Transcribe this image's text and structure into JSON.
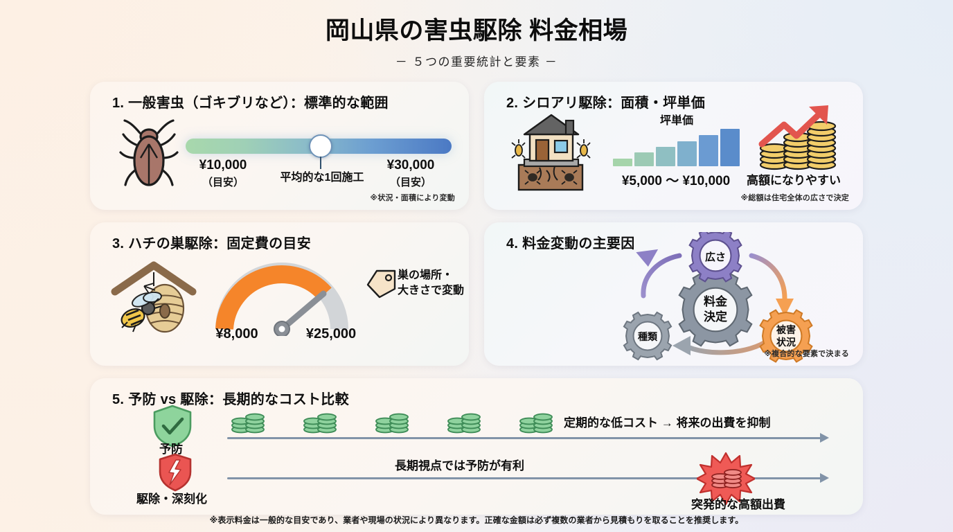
{
  "header": {
    "title": "岡山県の害虫駆除 料金相場",
    "subtitle": "－ ５つの重要統計と要素 －"
  },
  "cards": {
    "card1": {
      "title": "1. 一般害虫（ゴキブリなど）：標準的な範囲",
      "icon": "cockroach-icon",
      "low_price": "¥10,000",
      "low_sub": "（目安）",
      "high_price": "¥30,000",
      "high_sub": "（目安）",
      "mid_label": "平均的な1回施工",
      "note": "※状況・面積により変動",
      "slider_percent": 48,
      "gradient_from": "#a8d8ac",
      "gradient_to": "#4b79c4"
    },
    "card2": {
      "title": "2. シロアリ駆除：面積・坪単価",
      "icon": "termite-house-icon",
      "bar_label": "坪単価",
      "range": "¥5,000 〜 ¥10,000",
      "caption": "高額になりやすい",
      "note": "※総額は住宅全体の広さで決定",
      "bar_heights": [
        9,
        17,
        25,
        33,
        42,
        52
      ],
      "bar_colors": [
        "#a5d4aa",
        "#9ccab4",
        "#8fbfc2",
        "#7fb0cd",
        "#6b9bd2",
        "#5a8ccb"
      ]
    },
    "card3": {
      "title": "3. ハチの巣駆除：固定費の目安",
      "icon": "bee-hive-icon",
      "low_price": "¥8,000",
      "high_price": "¥25,000",
      "tag_line1": "巣の場所・",
      "tag_line2": "大きさで変動",
      "gauge_fill_percent": 72,
      "gauge_color": "#f5852a",
      "gauge_track_color": "#d2d5d8"
    },
    "card4": {
      "title": "4. 料金変動の主要因",
      "note": "※複合的な要素で決まる",
      "gears": [
        {
          "label": "広さ",
          "color": "#8d80c6",
          "position": "top"
        },
        {
          "label": "被害\n状況",
          "label_line1": "被害",
          "label_line2": "状況",
          "color": "#f5a052",
          "position": "right"
        },
        {
          "label": "種類",
          "color": "#9ba4ae",
          "position": "left"
        },
        {
          "label": "料金\n決定",
          "label_line1": "料金",
          "label_line2": "決定",
          "color": "#8c96a3",
          "position": "center"
        }
      ]
    },
    "card5": {
      "title": "5. 予防 vs 駆除：長期的なコスト比較",
      "label_prevention": "予防",
      "label_extermination": "駆除・深刻化",
      "top_text": "定期的な低コスト  →  将来の出費を抑制",
      "mid_text": "長期視点では予防が有利",
      "burst_text": "突発的な高額出費",
      "coin_count": 5,
      "coin_color": "#7cc48c",
      "burst_color": "#ef4f4f",
      "line_color": "#8193a8",
      "shield_green": "#7fc98d",
      "shield_red": "#e8514f"
    }
  },
  "footer": {
    "text": "※表示料金は一般的な目安であり、業者や現場の状況により異なります。正確な金額は必ず複数の業者から見積もりを取ることを推奨します。"
  }
}
